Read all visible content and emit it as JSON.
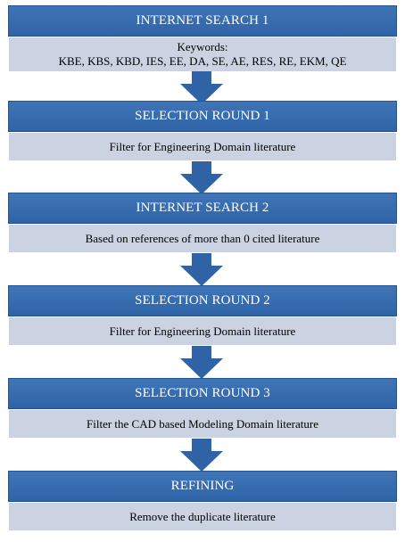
{
  "steps": [
    {
      "title": "INTERNET SEARCH 1",
      "label": "Keywords:",
      "detail": "KBE, KBS, KBD, IES, EE, DA, SE, AE, RES, RE, EKM, QE"
    },
    {
      "title": "SELECTION ROUND 1",
      "detail": "Filter for Engineering  Domain literature"
    },
    {
      "title": "INTERNET SEARCH 2",
      "detail": "Based on references of more than 0 cited literature"
    },
    {
      "title": "SELECTION ROUND 2",
      "detail": "Filter for Engineering  Domain literature"
    },
    {
      "title": "SELECTION ROUND 3",
      "detail": "Filter the CAD based Modeling Domain literature"
    },
    {
      "title": "REFINING",
      "detail": "Remove the duplicate literature"
    }
  ],
  "colors": {
    "header": "#3366aa",
    "body": "#cbd2e2",
    "arrow": "#2f63a6"
  }
}
